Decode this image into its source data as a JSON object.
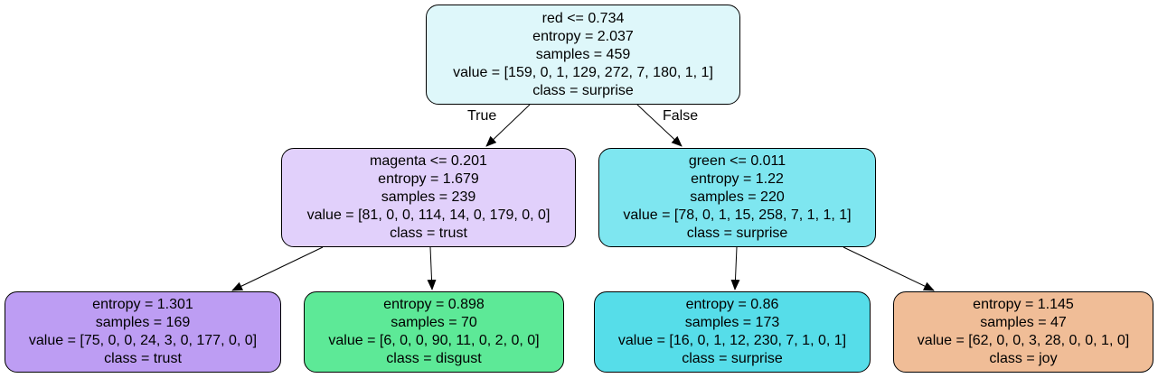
{
  "colors": {
    "root": "#def7fa",
    "left": "#e1d0fb",
    "right": "#7ee6f0",
    "ll": "#bd9df3",
    "lr": "#5de997",
    "rl": "#56dde9",
    "rr": "#f0bd97",
    "edge": "#000000",
    "border": "#000000"
  },
  "tree": {
    "root": {
      "split": "red <= 0.734",
      "entropy": "entropy = 2.037",
      "samples": "samples = 459",
      "value": "value = [159, 0, 1, 129, 272, 7, 180, 1, 1]",
      "class": "class = surprise"
    },
    "left": {
      "split": "magenta <= 0.201",
      "entropy": "entropy = 1.679",
      "samples": "samples = 239",
      "value": "value = [81, 0, 0, 114, 14, 0, 179, 0, 0]",
      "class": "class = trust"
    },
    "right": {
      "split": "green <= 0.011",
      "entropy": "entropy = 1.22",
      "samples": "samples = 220",
      "value": "value = [78, 0, 1, 15, 258, 7, 1, 1, 1]",
      "class": "class = surprise"
    },
    "ll": {
      "entropy": "entropy = 1.301",
      "samples": "samples = 169",
      "value": "value = [75, 0, 0, 24, 3, 0, 177, 0, 0]",
      "class": "class = trust"
    },
    "lr": {
      "entropy": "entropy = 0.898",
      "samples": "samples = 70",
      "value": "value = [6, 0, 0, 90, 11, 0, 2, 0, 0]",
      "class": "class = disgust"
    },
    "rl": {
      "entropy": "entropy = 0.86",
      "samples": "samples = 173",
      "value": "value = [16, 0, 1, 12, 230, 7, 1, 0, 1]",
      "class": "class = surprise"
    },
    "rr": {
      "entropy": "entropy = 1.145",
      "samples": "samples = 47",
      "value": "value = [62, 0, 0, 3, 28, 0, 0, 1, 0]",
      "class": "class = joy"
    }
  },
  "edge_labels": {
    "true": "True",
    "false": "False"
  }
}
